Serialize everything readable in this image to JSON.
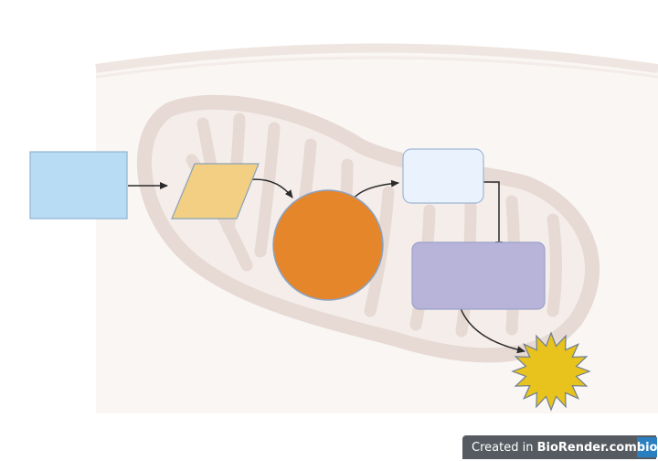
{
  "colors": {
    "cell_background": "#f9f6f4",
    "membrane": "#efe6e1",
    "mitochondrion": "#e7d9d3",
    "box_blue": "#b9dcf5",
    "parallelogram_yellow": "#f2cf82",
    "circle_orange": "#e6862b",
    "box_light_blue": "#eaf3fd",
    "box_purple": "#b7b3d9",
    "burst_yellow": "#e8c21d",
    "arrow": "#2b2b2b"
  },
  "watermark": {
    "prefix": "Created in ",
    "brand": "BioRender.com",
    "logo": "bio"
  }
}
